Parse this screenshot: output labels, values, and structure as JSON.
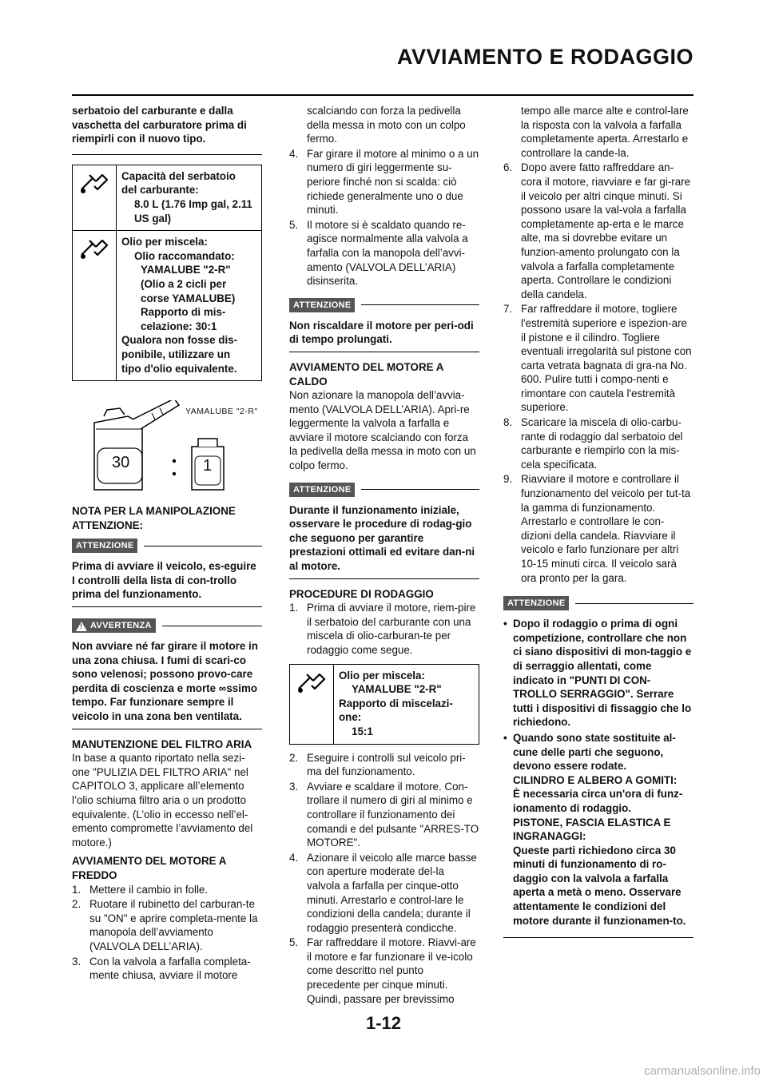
{
  "header": {
    "title": "AVVIAMENTO E RODAGGIO"
  },
  "col1": {
    "intro": "serbatoio del carburante e dalla vaschetta del carburatore prima di riempirli con il nuovo tipo.",
    "spec_fuel": {
      "l1": "Capacità del serbatoio",
      "l2": "del carburante:",
      "l3": "8.0 L (1.76 Imp gal, 2.11",
      "l4": "US gal)"
    },
    "spec_oil": {
      "l1": "Olio per miscela:",
      "l2": "Olio raccomandato:",
      "l3": "YAMALUBE \"2-R\"",
      "l4": "(Olio a 2 cicli per",
      "l5": "corse YAMALUBE)",
      "l6": "Rapporto di mis-",
      "l7": "celazione: 30:1",
      "l8": "Qualora non fosse dis-",
      "l9": "ponibile, utilizzare un",
      "l10": "tipo d'olio equivalente."
    },
    "illustration": {
      "can_label": "YAMALUBE \"2-R\"",
      "ratio_left": "30",
      "ratio_right": "1"
    },
    "nota_heading": "NOTA PER LA MANIPOLAZIONE ATTENZIONE:",
    "attenzione_tag": "ATTENZIONE",
    "attenzione_text": "Prima di avviare il veicolo, es-eguire I controlli della lista di con-trollo prima del funzionamento.",
    "avvertenza_tag": "AVVERTENZA",
    "avvertenza_text": "Non avviare né far girare il motore in una zona chiusa. I fumi di scari-co sono velenosi; possono provo-care perdita di coscienza e morte ∞ssimo tempo. Far funzionare sempre il veicolo in una zona ben ventilata.",
    "filtro_heading": "MANUTENZIONE DEL FILTRO ARIA",
    "filtro_text": "In base a quanto riportato nella sezi-one \"PULIZIA DEL FILTRO ARIA\" nel CAPITOLO 3, applicare all’elemento l’olio schiuma filtro aria o un prodotto equivalente. (L’olio in eccesso nell’el-emento compromette l’avviamento del motore.)",
    "freddo_heading": "AVVIAMENTO DEL MOTORE A FREDDO",
    "freddo_steps": [
      {
        "n": "1.",
        "t": "Mettere il cambio in folle."
      },
      {
        "n": "2.",
        "t": "Ruotare il rubinetto del carburan-te su \"ON\" e aprire completa-mente la manopola dell’avviamento (VALVOLA DELL’ARIA)."
      },
      {
        "n": "3.",
        "t": "Con la valvola a farfalla completa-mente chiusa, avviare il motore"
      }
    ]
  },
  "col2": {
    "cont_step3": "scalciando con forza la pedivella della messa in moto con un colpo fermo.",
    "steps_4_5": [
      {
        "n": "4.",
        "t": "Far girare il motore al minimo o a un numero di giri leggermente su-periore finché non si scalda: ciò richiede generalmente uno o due minuti."
      },
      {
        "n": "5.",
        "t": "Il motore si è scaldato quando re-agisce normalmente alla valvola a farfalla con la manopola dell’avvi-amento (VALVOLA DELL’ARIA) disinserita."
      }
    ],
    "att1_tag": "ATTENZIONE",
    "att1_text": "Non riscaldare il motore per peri-odi di tempo prolungati.",
    "caldo_heading": "AVVIAMENTO DEL MOTORE A CALDO",
    "caldo_text": "Non azionare la manopola dell’avvia-mento (VALVOLA DELL’ARIA). Apri-re leggermente la valvola a farfalla e avviare il motore scalciando con forza la pedivella della messa in moto con un colpo fermo.",
    "att2_tag": "ATTENZIONE",
    "att2_text": "Durante il funzionamento iniziale, osservare le procedure di rodag-gio che seguono per garantire prestazioni ottimali ed evitare dan-ni al motore.",
    "rodaggio_heading": "PROCEDURE DI RODAGGIO",
    "rodaggio_step1": {
      "n": "1.",
      "t": "Prima di avviare il motore, riem-pire il serbatoio del carburante con una miscela di olio-carburan-te per rodaggio come segue."
    },
    "spec_mix": {
      "l1": "Olio per miscela:",
      "l2": "YAMALUBE \"2-R\"",
      "l3": "Rapporto di miscelazi-",
      "l4": "one:",
      "l5": "15:1"
    },
    "rodaggio_steps": [
      {
        "n": "2.",
        "t": "Eseguire i controlli sul veicolo pri-ma del funzionamento."
      },
      {
        "n": "3.",
        "t": "Avviare e scaldare il motore. Con-trollare il numero di giri al minimo e controllare il funzionamento dei comandi e del pulsante \"ARRES-TO MOTORE\"."
      },
      {
        "n": "4.",
        "t": "Azionare il veicolo alle marce basse con aperture moderate del-la valvola a farfalla per cinque-otto minuti. Arrestarlo e control-lare le condizioni della candela; durante il rodaggio presenterà condicche."
      },
      {
        "n": "5.",
        "t": "Far raffreddare il motore. Riavvi-are il motore e far funzionare il ve-icolo come descritto nel punto precedente per cinque minuti. Quindi, passare per brevissimo"
      }
    ]
  },
  "col3": {
    "cont_step5": "tempo alle marce alte e control-lare la risposta con la valvola a farfalla completamente aperta. Arrestarlo e controllare la cande-la.",
    "steps": [
      {
        "n": "6.",
        "t": "Dopo avere fatto raffreddare an-cora il motore, riavviare e far gi-rare il veicolo per altri cinque minuti. Si possono usare la val-vola a farfalla completamente ap-erta e le marce alte, ma si dovrebbe evitare un funzion-amento prolungato con la valvola a farfalla completamente aperta. Controllare le condizioni della candela."
      },
      {
        "n": "7.",
        "t": "Far raffreddare il motore, togliere l'estremità superiore e ispezion-are il pistone e il cilindro. Togliere eventuali irregolarità sul pistone con carta vetrata bagnata di gra-na No. 600. Pulire tutti i compo-nenti e rimontare con cautela l'estremità superiore."
      },
      {
        "n": "8.",
        "t": "Scaricare la miscela di olio-carbu-rante di rodaggio dal serbatoio del carburante e riempirlo con la mis-cela specificata."
      },
      {
        "n": "9.",
        "t": "Riavviare il motore e controllare il funzionamento del veicolo per tut-ta la gamma di funzionamento. Arrestarlo e controllare le con-dizioni della candela. Riavviare il veicolo e farlo funzionare per altri 10-15 minuti circa. Il veicolo sarà ora pronto per la gara."
      }
    ],
    "att_tag": "ATTENZIONE",
    "bullet1": "Dopo il rodaggio o prima di ogni competizione, controllare che non ci siano dispositivi di mon-taggio e di serraggio allentati, come indicato in \"PUNTI DI CON-TROLLO SERRAGGIO\". Serrare tutti i dispositivi di fissaggio che lo richiedono.",
    "bullet2_intro": "Quando sono state sostituite al-cune delle parti che seguono, devono essere rodate.",
    "bullet2_h1": "CILINDRO E ALBERO A GOMITI:",
    "bullet2_t1": "È necessaria circa un'ora di funz-ionamento di rodaggio.",
    "bullet2_h2": "PISTONE, FASCIA ELASTICA E INGRANAGGI:",
    "bullet2_t2": "Queste parti richiedono circa 30 minuti di funzionamento di ro-daggio con la valvola a farfalla aperta a metà o meno. Osservare attentamente le condizioni del motore durante il funzionamen-to."
  },
  "footer": {
    "page_number": "1-12",
    "watermark": "carmanualsonline.info"
  }
}
